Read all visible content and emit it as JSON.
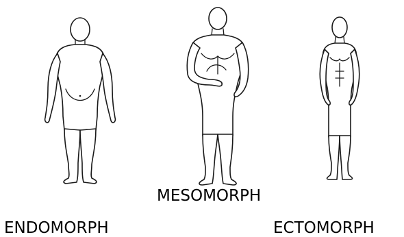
{
  "figures": [
    {
      "id": "endomorph",
      "label": "ENDOMORPH"
    },
    {
      "id": "mesomorph",
      "label": "MESOMORPH"
    },
    {
      "id": "ectomorph",
      "label": "ECTOMORPH"
    }
  ],
  "colors": {
    "background": "#ffffff",
    "line": "#1a1a1a",
    "text": "#000000"
  }
}
